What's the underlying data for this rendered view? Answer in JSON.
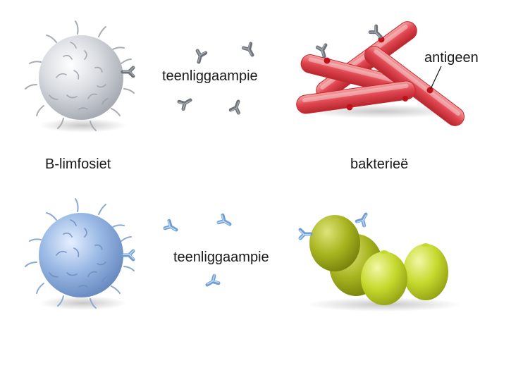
{
  "labels": {
    "antibody_top": "teenliggaampie",
    "antibody_bottom": "teenliggaampie",
    "antigen": "antigeen",
    "b_lymphocyte": "B-limfosiet",
    "bacteria": "bakterieë"
  },
  "colors": {
    "lymphocyte_grey": "#c9ccd2",
    "lymphocyte_blue": "#8fb0dc",
    "antibody_grey": "#6e737a",
    "antibody_blue": "#7aa7d8",
    "rod_bacteria": "#e0484e",
    "antigen_dot": "#c0101a",
    "cocci_bacteria": "#bcd62a"
  },
  "icons": [
    "b-lymphocyte-cell-icon",
    "antibody-icon",
    "rod-bacteria-icon",
    "cocci-bacteria-icon"
  ]
}
